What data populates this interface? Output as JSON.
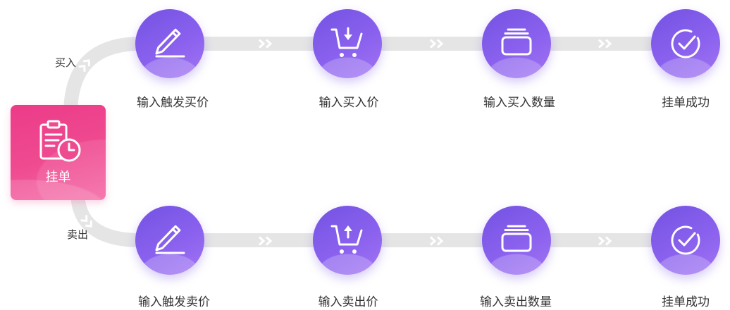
{
  "start": {
    "label": "挂单",
    "icon": "clipboard-clock-icon"
  },
  "connector_icon": "double-chevron-right-icon",
  "branches": [
    {
      "label": "买入",
      "steps": [
        {
          "label": "输入触发买价",
          "icon": "pencil-icon"
        },
        {
          "label": "输入买入价",
          "icon": "cart-down-arrow-icon"
        },
        {
          "label": "输入买入数量",
          "icon": "stack-icon"
        },
        {
          "label": "挂单成功",
          "icon": "check-circle-icon"
        }
      ]
    },
    {
      "label": "卖出",
      "steps": [
        {
          "label": "输入触发卖价",
          "icon": "pencil-icon"
        },
        {
          "label": "输入卖出价",
          "icon": "cart-up-arrow-icon"
        },
        {
          "label": "输入卖出数量",
          "icon": "stack-icon"
        },
        {
          "label": "挂单成功",
          "icon": "check-circle-icon"
        }
      ]
    }
  ],
  "colors": {
    "accent": "#8a61ee",
    "start": "#ef4b91",
    "track": "#e5e5e5",
    "text": "#333333",
    "arrow": "#ffffff"
  }
}
